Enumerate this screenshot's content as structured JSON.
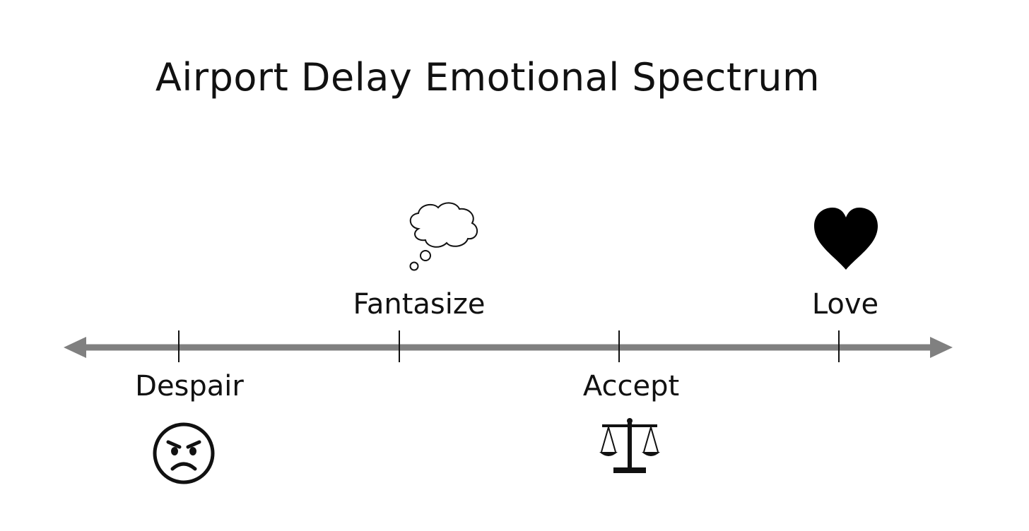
{
  "title": "Airport Delay Emotional Spectrum",
  "colors": {
    "axis": "#808080",
    "ink": "#111111",
    "background": "#ffffff"
  },
  "stages": [
    {
      "label": "Despair",
      "icon": "angry-face-icon",
      "side": "below"
    },
    {
      "label": "Fantasize",
      "icon": "thought-bubble-icon",
      "side": "above"
    },
    {
      "label": "Accept",
      "icon": "scales-icon",
      "side": "below"
    },
    {
      "label": "Love",
      "icon": "heart-icon",
      "side": "above"
    }
  ]
}
